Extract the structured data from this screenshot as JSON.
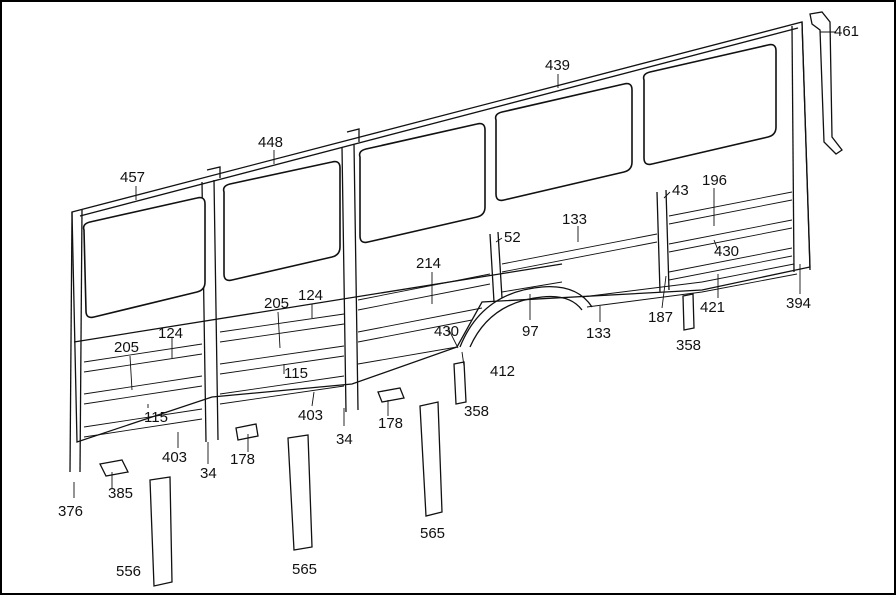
{
  "diagram": {
    "watermark": "",
    "labels": [
      {
        "id": "l461",
        "text": "461"
      },
      {
        "id": "l439",
        "text": "439"
      },
      {
        "id": "l448",
        "text": "448"
      },
      {
        "id": "l457",
        "text": "457"
      },
      {
        "id": "l43",
        "text": "43"
      },
      {
        "id": "l196",
        "text": "196"
      },
      {
        "id": "l133a",
        "text": "133"
      },
      {
        "id": "l52",
        "text": "52"
      },
      {
        "id": "l430a",
        "text": "430"
      },
      {
        "id": "l214",
        "text": "214"
      },
      {
        "id": "l124a",
        "text": "124"
      },
      {
        "id": "l205a",
        "text": "205"
      },
      {
        "id": "l124b",
        "text": "124"
      },
      {
        "id": "l205b",
        "text": "205"
      },
      {
        "id": "l115a",
        "text": "115"
      },
      {
        "id": "l115b",
        "text": "115"
      },
      {
        "id": "l403a",
        "text": "403"
      },
      {
        "id": "l403b",
        "text": "403"
      },
      {
        "id": "l430b",
        "text": "430"
      },
      {
        "id": "l97",
        "text": "97"
      },
      {
        "id": "l133b",
        "text": "133"
      },
      {
        "id": "l187",
        "text": "187"
      },
      {
        "id": "l421",
        "text": "421"
      },
      {
        "id": "l394",
        "text": "394"
      },
      {
        "id": "l358a",
        "text": "358"
      },
      {
        "id": "l412",
        "text": "412"
      },
      {
        "id": "l358b",
        "text": "358"
      },
      {
        "id": "l178a",
        "text": "178"
      },
      {
        "id": "l34a",
        "text": "34"
      },
      {
        "id": "l34b",
        "text": "34"
      },
      {
        "id": "l178b",
        "text": "178"
      },
      {
        "id": "l385",
        "text": "385"
      },
      {
        "id": "l376",
        "text": "376"
      },
      {
        "id": "l556",
        "text": "556"
      },
      {
        "id": "l565a",
        "text": "565"
      },
      {
        "id": "l565b",
        "text": "565"
      }
    ]
  }
}
